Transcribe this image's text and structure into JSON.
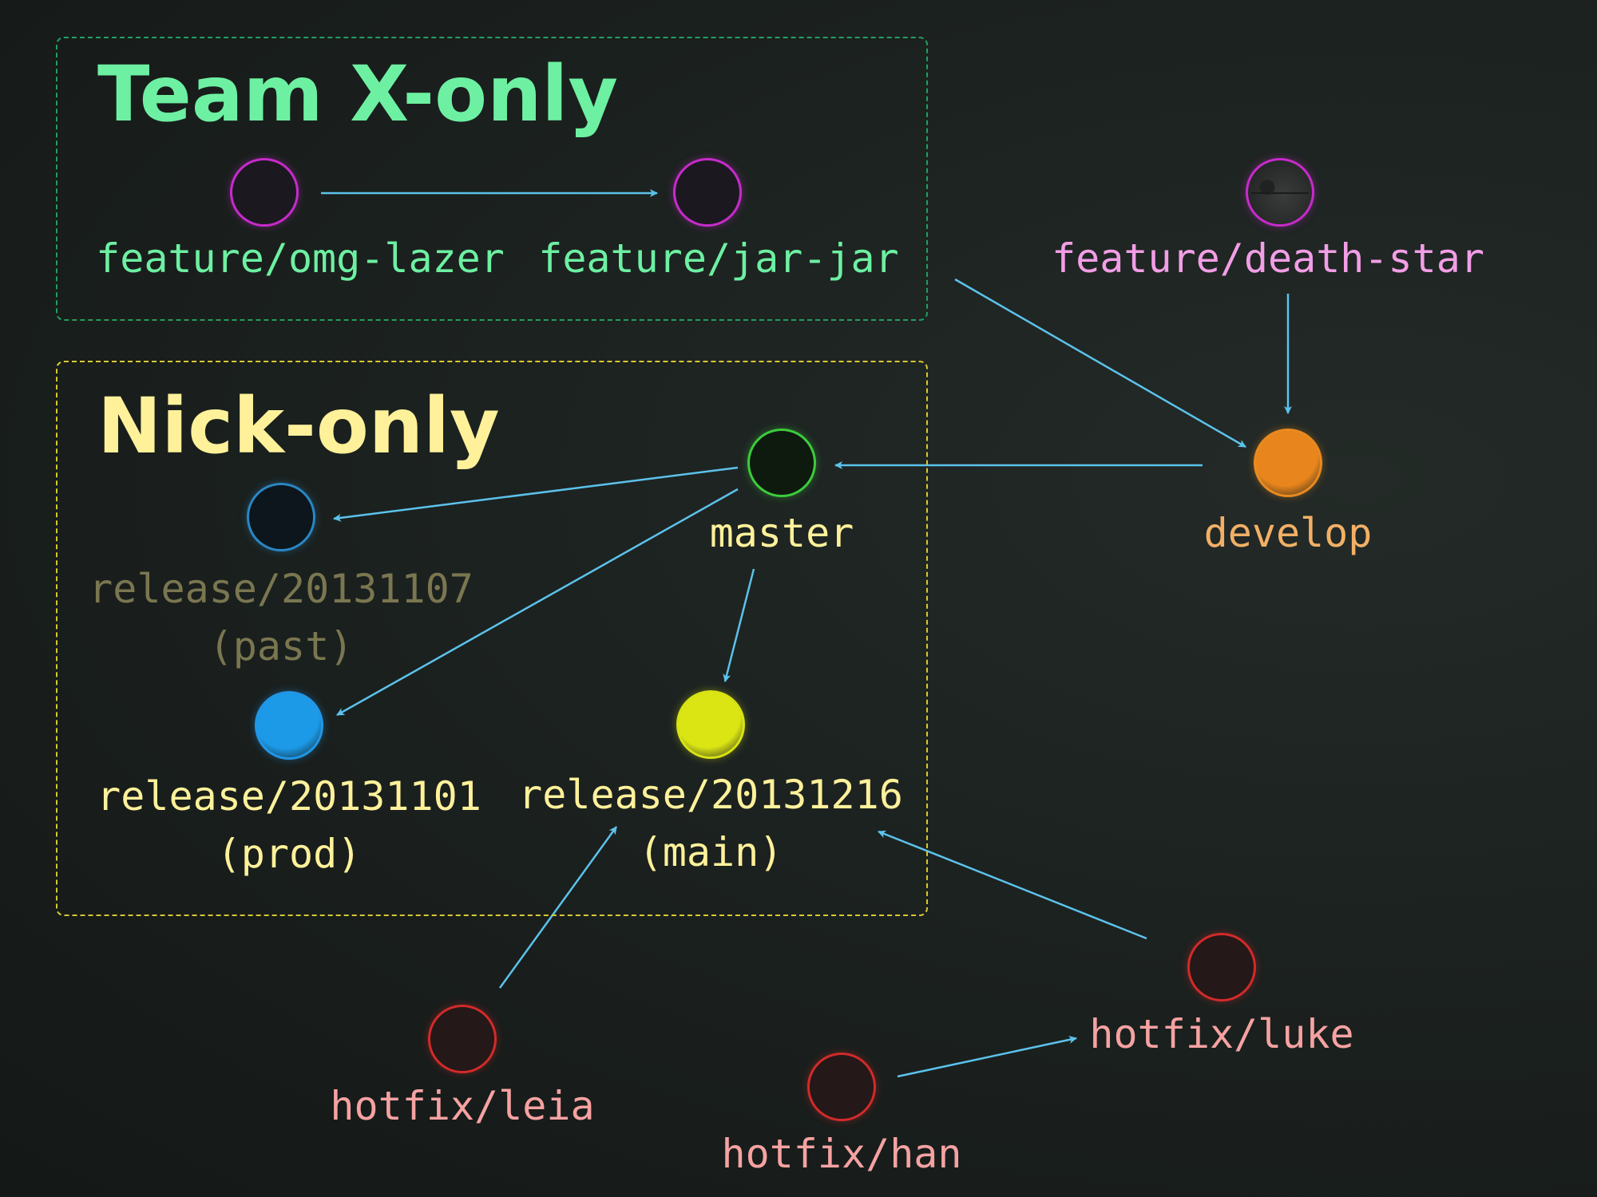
{
  "colors": {
    "edge": "#5cc2ec",
    "team_x": "#6df0a2",
    "nick": "#fff19a",
    "feature_pink": "#f29ee6",
    "develop_text": "#f2b066",
    "hotfix_text": "#f6a2a2",
    "past_text": "#7a7650"
  },
  "groups": [
    {
      "id": "team-x",
      "title": "Team X-only"
    },
    {
      "id": "nick",
      "title": "Nick-only"
    }
  ],
  "nodes": [
    {
      "id": "feature-omg-lazer",
      "label": "feature/omg-lazer",
      "status": "",
      "ring": "#c72bcb",
      "fill": "#1c1820",
      "icon": "empty-circle"
    },
    {
      "id": "feature-jar-jar",
      "label": "feature/jar-jar",
      "status": "",
      "ring": "#c72bcb",
      "fill": "#1c1820",
      "icon": "empty-circle"
    },
    {
      "id": "feature-death-star",
      "label": "feature/death-star",
      "status": "",
      "ring": "#c72bcb",
      "fill": "#2e3030",
      "icon": "death-star"
    },
    {
      "id": "develop",
      "label": "develop",
      "status": "",
      "ring": "#e98a20",
      "fill": "#e8851c",
      "icon": "filled-circle"
    },
    {
      "id": "master",
      "label": "master",
      "status": "",
      "ring": "#3ccc3c",
      "fill": "#0e1a0e",
      "icon": "empty-circle"
    },
    {
      "id": "release-20131107",
      "label": "release/20131107",
      "status": "(past)",
      "ring": "#2a86c4",
      "fill": "#0c161c",
      "icon": "empty-circle"
    },
    {
      "id": "release-20131101",
      "label": "release/20131101",
      "status": "(prod)",
      "ring": "#2196e6",
      "fill": "#1c9ae8",
      "icon": "filled-circle"
    },
    {
      "id": "release-20131216",
      "label": "release/20131216",
      "status": "(main)",
      "ring": "#d8e214",
      "fill": "#dbe514",
      "icon": "filled-circle"
    },
    {
      "id": "hotfix-leia",
      "label": "hotfix/leia",
      "status": "",
      "ring": "#d22a2a",
      "fill": "#241818",
      "icon": "empty-circle"
    },
    {
      "id": "hotfix-han",
      "label": "hotfix/han",
      "status": "",
      "ring": "#d22a2a",
      "fill": "#241818",
      "icon": "empty-circle"
    },
    {
      "id": "hotfix-luke",
      "label": "hotfix/luke",
      "status": "",
      "ring": "#d22a2a",
      "fill": "#241818",
      "icon": "empty-circle"
    }
  ],
  "edges": [
    {
      "from": "feature-omg-lazer",
      "to": "feature-jar-jar"
    },
    {
      "from": "feature-jar-jar",
      "to": "develop"
    },
    {
      "from": "feature-death-star",
      "to": "develop"
    },
    {
      "from": "develop",
      "to": "master"
    },
    {
      "from": "master",
      "to": "release-20131107"
    },
    {
      "from": "master",
      "to": "release-20131101"
    },
    {
      "from": "master",
      "to": "release-20131216"
    },
    {
      "from": "hotfix-leia",
      "to": "release-20131216"
    },
    {
      "from": "hotfix-luke",
      "to": "release-20131216"
    },
    {
      "from": "hotfix-han",
      "to": "hotfix-luke"
    }
  ]
}
